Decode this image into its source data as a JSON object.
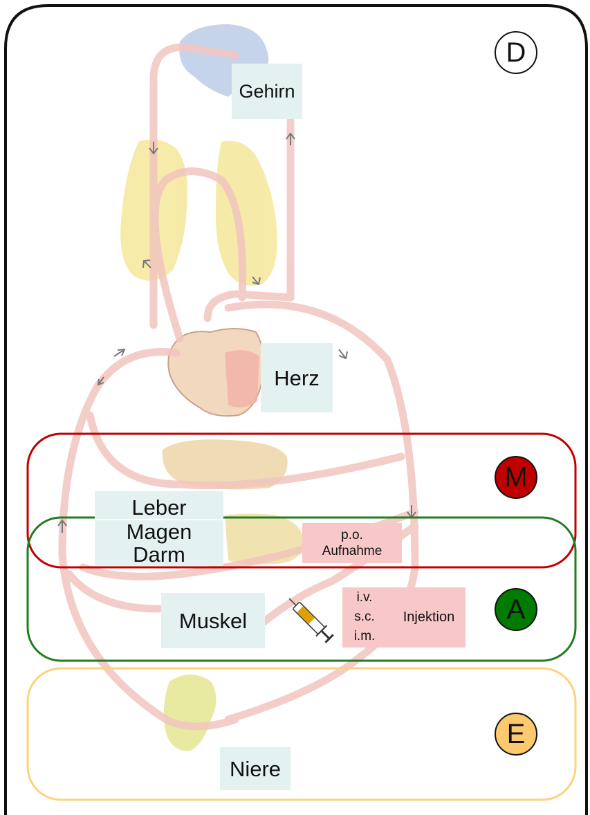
{
  "phases": {
    "distribution": {
      "letter": "D",
      "color": "#ffffff"
    },
    "metabolism": {
      "letter": "M",
      "color": "#c00000",
      "band_color": "#c00000"
    },
    "absorption": {
      "letter": "A",
      "color": "#007a00",
      "band_color": "#1f7d1f"
    },
    "elimination": {
      "letter": "E",
      "color": "#fdc96e",
      "band_color": "#fcd27e"
    }
  },
  "organs": {
    "brain": "Gehirn",
    "heart": "Herz",
    "liver": "Leber",
    "stomach_gut": "Magen\nDarm",
    "muscle": "Muskel",
    "kidney": "Niere"
  },
  "routes": {
    "oral": "p.o.\nAufnahme",
    "injection_types": [
      "i.v.",
      "s.c.",
      "i.m."
    ],
    "injection": "Injektion"
  },
  "icons": {
    "syringe": "syringe-icon"
  }
}
